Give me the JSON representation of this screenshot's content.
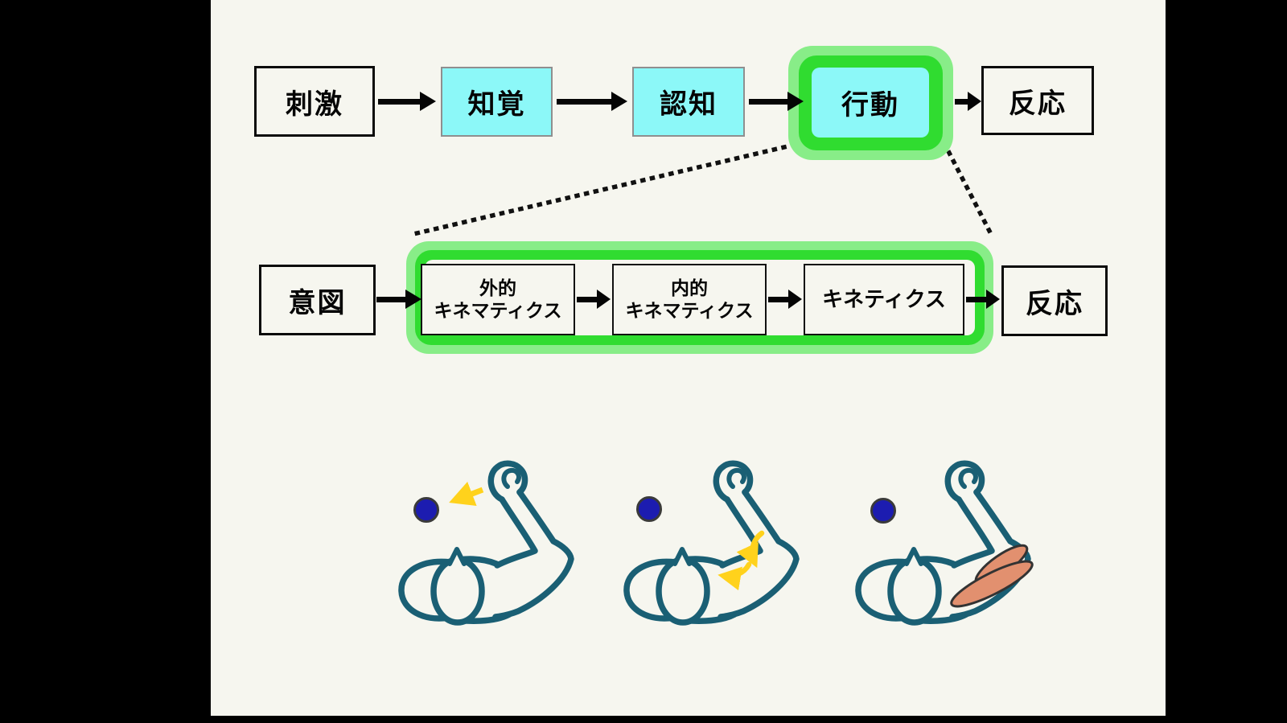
{
  "top_flow": {
    "boxes": [
      {
        "label": "刺激",
        "variant": "plain"
      },
      {
        "label": "知覚",
        "variant": "cyan"
      },
      {
        "label": "認知",
        "variant": "cyan"
      },
      {
        "label": "行動",
        "variant": "cyan-green-highlight"
      },
      {
        "label": "反応",
        "variant": "plain"
      }
    ]
  },
  "detail_flow": {
    "intent": "意図",
    "stages": [
      {
        "line1": "外的",
        "line2": "キネマティクス"
      },
      {
        "line1": "内的",
        "line2": "キネマティクス"
      },
      {
        "line1": "キネティクス",
        "line2": ""
      }
    ],
    "response": "反応"
  },
  "figures": [
    {
      "icon": "reaching-arm-target-arrow-figure"
    },
    {
      "icon": "reaching-arm-joint-rotation-arrows-figure"
    },
    {
      "icon": "reaching-arm-muscle-activation-figure"
    }
  ],
  "colors": {
    "stage_bg": "#000000",
    "slide_bg": "#F6F6EF",
    "box_cyan": "#8CF8F8",
    "green_light": "#88ED88",
    "green_bright": "#30DC30",
    "outline_teal": "#1A5F74",
    "target_blue": "#1C1CB0",
    "accent_yellow": "#FFD21C",
    "muscle_salmon": "#E2906F",
    "line_black": "#050505"
  }
}
